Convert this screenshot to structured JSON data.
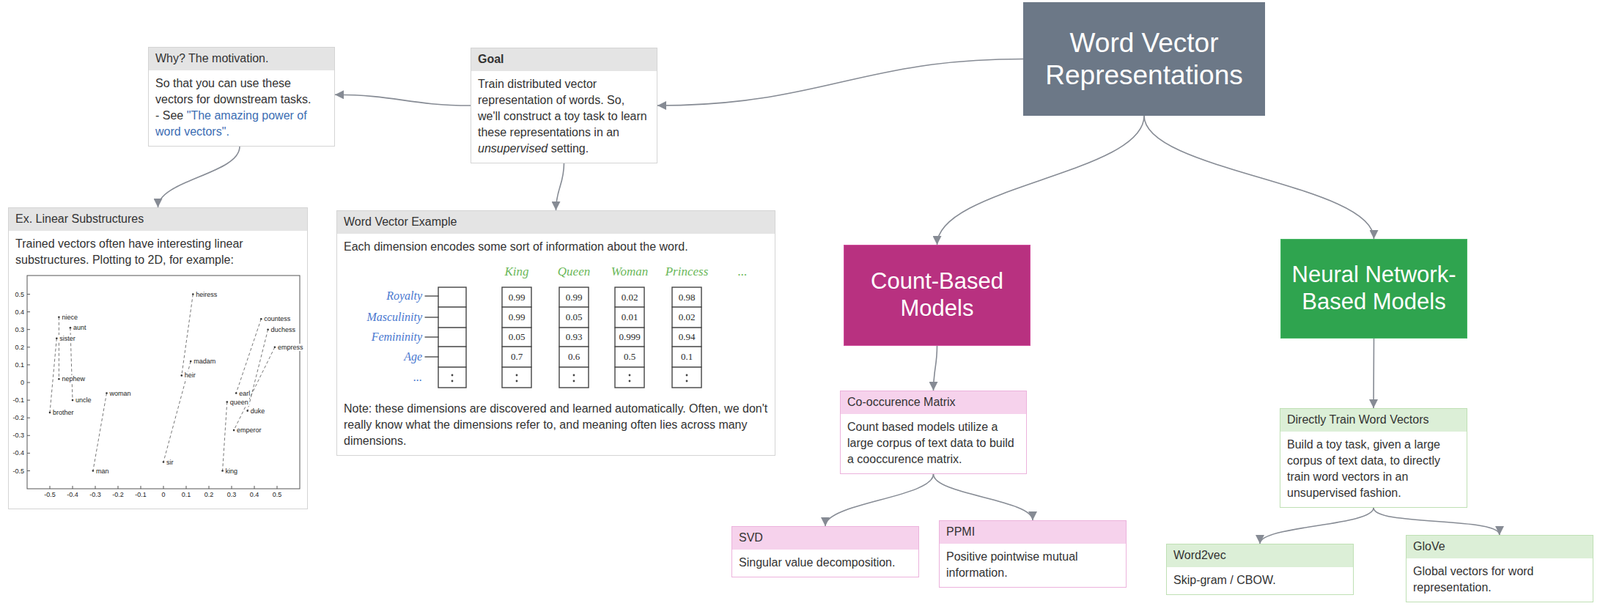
{
  "diagram": {
    "nodes": [
      {
        "text": [
          "Word Vector Representations"
        ]
      },
      {
        "text": [
          "Why? The motivation.",
          "So that you can use these vectors for downstream tasks.",
          "- See",
          "\"The amazing power of word vectors\"."
        ]
      },
      {
        "text": [
          "Goal",
          "Train distributed vector representation of words. So, we'll construct a toy task to learn these representations in an",
          "unsupervised",
          "setting."
        ]
      },
      {
        "text": [
          "Ex. Linear Substructures",
          "Trained vectors often have interesting linear substructures. Plotting to 2D, for example:"
        ]
      },
      {
        "text": [
          "Word Vector Example",
          "Each dimension encodes some sort of information about the word.",
          "Note: these dimensions are discovered and learned automatically. Often, we don't really know what the dimensions refer to, and meaning often lies across many dimensions."
        ]
      },
      {
        "text": [
          "Count-Based Models"
        ]
      },
      {
        "text": [
          "Co-occurence Matrix",
          "Count based models utilize a large corpus of text data to build a cooccurence matrix."
        ]
      },
      {
        "text": [
          "SVD",
          "Singular value decomposition."
        ]
      },
      {
        "text": [
          "PPMI",
          "Positive pointwise mutual information."
        ]
      },
      {
        "text": [
          "Neural Network-Based Models"
        ]
      },
      {
        "text": [
          "Directly Train Word Vectors",
          "Build a toy task, given a large corpus of text data, to directly train word vectors in an unsupervised fashion."
        ]
      },
      {
        "text": [
          "Word2vec",
          "Skip-gram / CBOW."
        ]
      },
      {
        "text": [
          "GloVe",
          "Global vectors for word representation."
        ]
      }
    ],
    "edges": [
      {
        "from": 0,
        "to": 2,
        "arrow": "to"
      },
      {
        "from": 2,
        "to": 1,
        "arrow": "to"
      },
      {
        "from": 1,
        "to": 3,
        "arrow": "to"
      },
      {
        "from": 2,
        "to": 4,
        "arrow": "to"
      },
      {
        "from": 0,
        "to": 5,
        "arrow": "to"
      },
      {
        "from": 0,
        "to": 9,
        "arrow": "to"
      },
      {
        "from": 5,
        "to": 6,
        "arrow": "to"
      },
      {
        "from": 6,
        "to": 7,
        "arrow": "to"
      },
      {
        "from": 6,
        "to": 8,
        "arrow": "to"
      },
      {
        "from": 9,
        "to": 10,
        "arrow": "to"
      },
      {
        "from": 10,
        "to": 11,
        "arrow": "to"
      },
      {
        "from": 10,
        "to": 12,
        "arrow": "to"
      }
    ],
    "labels": [
      "niece",
      "aunt",
      "sister",
      "nephew",
      "uncle",
      "brother",
      "woman",
      "man",
      "heiress",
      "madam",
      "heir",
      "sir",
      "countess",
      "duchess",
      "empress",
      "queen",
      "earl",
      "duke",
      "emperor",
      "king",
      "0.5",
      "0.4",
      "0.3",
      "0.2",
      "0.1",
      "0",
      "-0.1",
      "-0.2",
      "-0.3",
      "-0.4",
      "-0.5",
      "-0.5",
      "-0.4",
      "-0.3",
      "-0.2",
      "-0.1",
      "0",
      "0.1",
      "0.2",
      "0.3",
      "0.4",
      "0.5",
      "Royalty",
      "Masculinity",
      "Femininity",
      "Age",
      "...",
      "King",
      "Queen",
      "Woman",
      "Princess",
      "...",
      "0.99",
      "0.99",
      "0.05",
      "0.7",
      "0.99",
      "0.05",
      "0.93",
      "0.6",
      "0.02",
      "0.01",
      "0.999",
      "0.5",
      "0.98",
      "0.02",
      "0.94",
      "0.1"
    ]
  }
}
